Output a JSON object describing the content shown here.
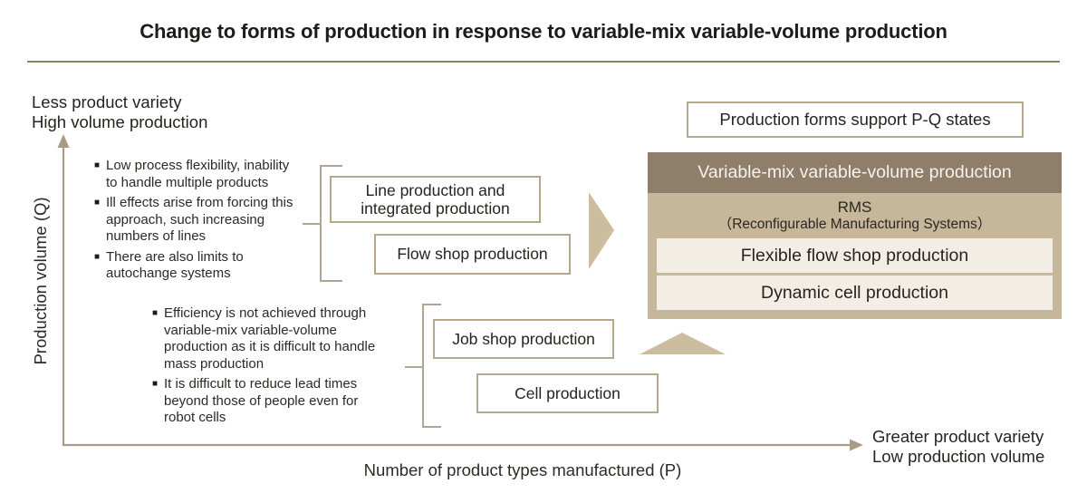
{
  "title": "Change to forms of production in response to variable-mix variable-volume production",
  "axes": {
    "y_label": "Production volume (Q)",
    "x_label": "Number of product types manufactured (P)"
  },
  "corner_labels": {
    "top_left": [
      "Less product variety",
      "High volume production"
    ],
    "bottom_right": [
      "Greater product variety",
      "Low production volume"
    ]
  },
  "upper_group": {
    "bullets": [
      "Low process flexibility, inability to handle multiple products",
      "Ill effects arise from forcing this approach, such increasing numbers of lines",
      "There are also limits to autochange systems"
    ],
    "box_line_production": "Line production and integrated production",
    "box_flow_shop": "Flow shop production"
  },
  "lower_group": {
    "bullets": [
      "Efficiency is not achieved through variable-mix variable-volume production as it is difficult to handle mass production",
      "It is difficult to reduce lead times beyond those of people even for robot cells"
    ],
    "box_job_shop": "Job shop production",
    "box_cell": "Cell production"
  },
  "target_panel": {
    "support_label": "Production forms support P-Q states",
    "header": "Variable-mix variable-volume production",
    "rms_title": "RMS",
    "rms_subtitle": "（Reconfigurable Manufacturing Systems）",
    "items": [
      "Flexible flow shop production",
      "Dynamic cell production"
    ]
  },
  "colors": {
    "axis": "#a89c86",
    "border": "#b3a78c",
    "rule": "#8c8366",
    "bracket": "#b0a591",
    "tri": "#ccbd9e",
    "panel": "#c6b79b",
    "panel-header": "#8e7e6a",
    "panel-item": "#f3eee5",
    "header-text": "#f5f2ed"
  }
}
